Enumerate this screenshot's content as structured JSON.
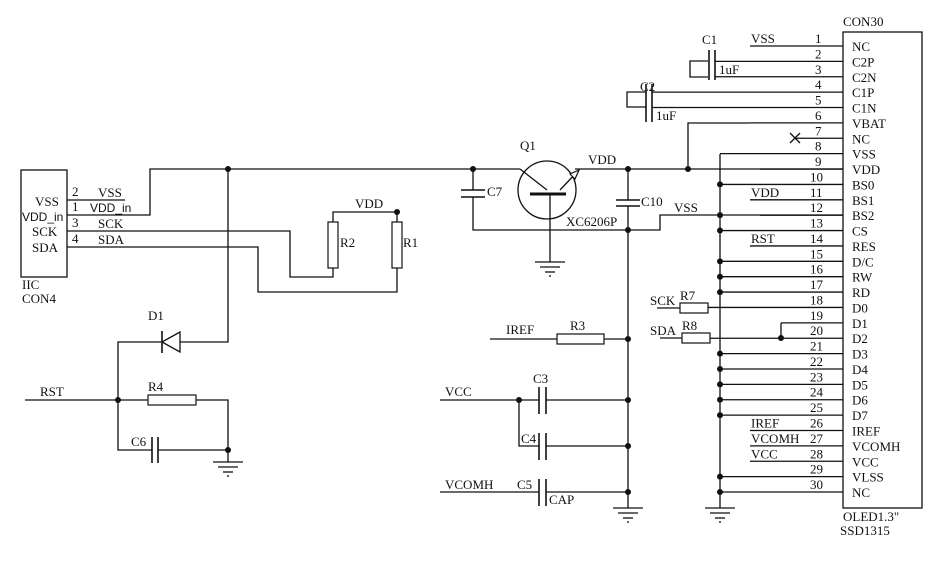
{
  "oled": {
    "ref": "CON30",
    "part": "OLED1.3\"",
    "chip": "SSD1315",
    "pins": [
      {
        "num": "1",
        "name": "NC",
        "net": "VSS"
      },
      {
        "num": "2",
        "name": "C2P",
        "net": ""
      },
      {
        "num": "3",
        "name": "C2N",
        "net": ""
      },
      {
        "num": "4",
        "name": "C1P",
        "net": ""
      },
      {
        "num": "5",
        "name": "C1N",
        "net": ""
      },
      {
        "num": "6",
        "name": "VBAT",
        "net": ""
      },
      {
        "num": "7",
        "name": "NC",
        "net": ""
      },
      {
        "num": "8",
        "name": "VSS",
        "net": ""
      },
      {
        "num": "9",
        "name": "VDD",
        "net": ""
      },
      {
        "num": "10",
        "name": "BS0",
        "net": ""
      },
      {
        "num": "11",
        "name": "BS1",
        "net": "VDD"
      },
      {
        "num": "12",
        "name": "BS2",
        "net": ""
      },
      {
        "num": "13",
        "name": "CS",
        "net": ""
      },
      {
        "num": "14",
        "name": "RES",
        "net": "RST"
      },
      {
        "num": "15",
        "name": "D/C",
        "net": ""
      },
      {
        "num": "16",
        "name": "RW",
        "net": ""
      },
      {
        "num": "17",
        "name": "RD",
        "net": ""
      },
      {
        "num": "18",
        "name": "D0",
        "net": ""
      },
      {
        "num": "19",
        "name": "D1",
        "net": ""
      },
      {
        "num": "20",
        "name": "D2",
        "net": ""
      },
      {
        "num": "21",
        "name": "D3",
        "net": ""
      },
      {
        "num": "22",
        "name": "D4",
        "net": ""
      },
      {
        "num": "23",
        "name": "D5",
        "net": ""
      },
      {
        "num": "24",
        "name": "D6",
        "net": ""
      },
      {
        "num": "25",
        "name": "D7",
        "net": ""
      },
      {
        "num": "26",
        "name": "IREF",
        "net": "IREF"
      },
      {
        "num": "27",
        "name": "VCOMH",
        "net": "VCOMH"
      },
      {
        "num": "28",
        "name": "VCC",
        "net": "VCC"
      },
      {
        "num": "29",
        "name": "VLSS",
        "net": ""
      },
      {
        "num": "30",
        "name": "NC",
        "net": ""
      }
    ]
  },
  "iic": {
    "ref": "CON4",
    "name": "IIC",
    "pin_names": [
      "VSS",
      "VDD_in",
      "SCK",
      "SDA"
    ],
    "pin_nums": [
      "2",
      "1",
      "3",
      "4"
    ],
    "nets": [
      "VSS",
      "VDD_in",
      "SCK",
      "SDA"
    ]
  },
  "components": {
    "c1": "C1",
    "c1_val": "1uF",
    "c2": "C2",
    "c2_val": "1uF",
    "c3": "C3",
    "c4": "C4",
    "c5": "C5",
    "c5_val": "CAP",
    "c6": "C6",
    "c7": "C7",
    "c10": "C10",
    "r1": "R1",
    "r2": "R2",
    "r3": "R3",
    "r4": "R4",
    "r7": "R7",
    "r8": "R8",
    "d1": "D1",
    "q1": "Q1",
    "q1_part": "XC6206P"
  },
  "nets": {
    "vdd": "VDD",
    "vss": "VSS",
    "rst": "RST",
    "iref": "IREF",
    "vcc": "VCC",
    "vcomh": "VCOMH",
    "sck": "SCK",
    "sda": "SDA"
  }
}
